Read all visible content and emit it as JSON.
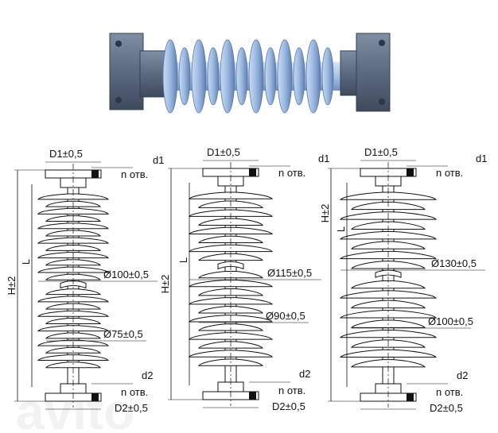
{
  "photo": {
    "description_icon": "insulator-photo"
  },
  "watermark": "avito",
  "drawings": [
    {
      "id": "insulator-1",
      "labels": {
        "top_flange": "D1±0,5",
        "top_hole": "d1",
        "top_holes_count": "n отв.",
        "total_height": "H±2",
        "length": "L",
        "shed_large": "Ø100±0,5",
        "shed_small": "Ø75±0,5",
        "bottom_hole": "d2",
        "bottom_holes_count": "n отв.",
        "bottom_flange": "D2±0,5"
      }
    },
    {
      "id": "insulator-2",
      "labels": {
        "top_flange": "D1±0,5",
        "top_hole": "d1",
        "top_holes_count": "n отв.",
        "total_height": "H±2",
        "length": "L",
        "shed_large": "Ø115±0,5",
        "shed_small": "Ø90±0,5",
        "bottom_hole": "d2",
        "bottom_holes_count": "n отв.",
        "bottom_flange": "D2±0,5"
      }
    },
    {
      "id": "insulator-3",
      "labels": {
        "top_flange": "D1±0,5",
        "top_hole": "d1",
        "top_holes_count": "n отв.",
        "total_height": "H±2",
        "length": "L",
        "shed_large": "Ø130±0,5",
        "shed_small": "Ø100±0,5",
        "bottom_hole": "d2",
        "bottom_holes_count": "n отв.",
        "bottom_flange": "D2±0,5"
      }
    }
  ]
}
